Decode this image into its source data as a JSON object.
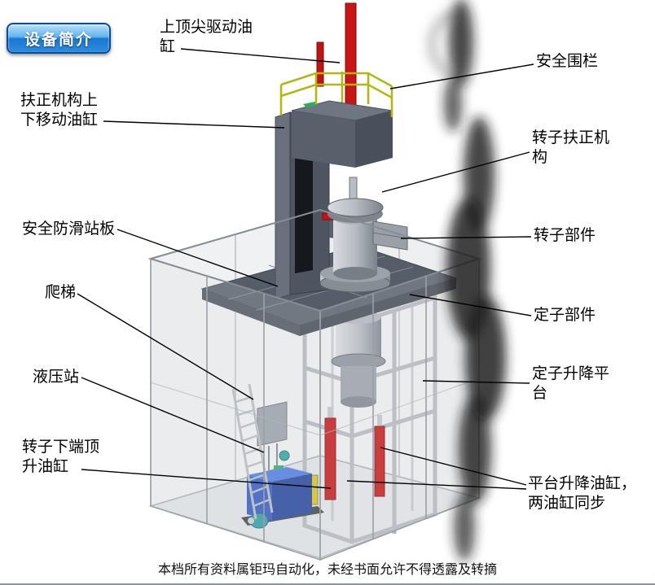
{
  "badge": {
    "label": "设备简介"
  },
  "callouts": {
    "top_drive_cylinder": "上顶尖驱动油\n缸",
    "safety_fence": "安全围栏",
    "centering_updown_cylinder": "扶正机构上\n下移动油缸",
    "rotor_centering_mechanism": "转子扶正机\n构",
    "anti_slip_platform": "安全防滑站板",
    "rotor_component": "转子部件",
    "ladder": "爬梯",
    "stator_component": "定子部件",
    "hydraulic_station": "液压站",
    "stator_lift_platform": "定子升降平\n台",
    "rotor_bottom_jack_cylinder": "转子下端顶\n升油缸",
    "platform_lift_cylinders": "平台升降油缸，\n两油缸同步"
  },
  "footer": {
    "text": "本档所有资料属钜玛自动化，未经书面允许不得透露及转摘"
  },
  "colors": {
    "badge_blue": "#1a78d2",
    "red_cylinder": "#c41414",
    "railing_yellow": "#b4b614",
    "hydraulic_blue": "#2c55c0",
    "platform_gray": "#555d68"
  }
}
